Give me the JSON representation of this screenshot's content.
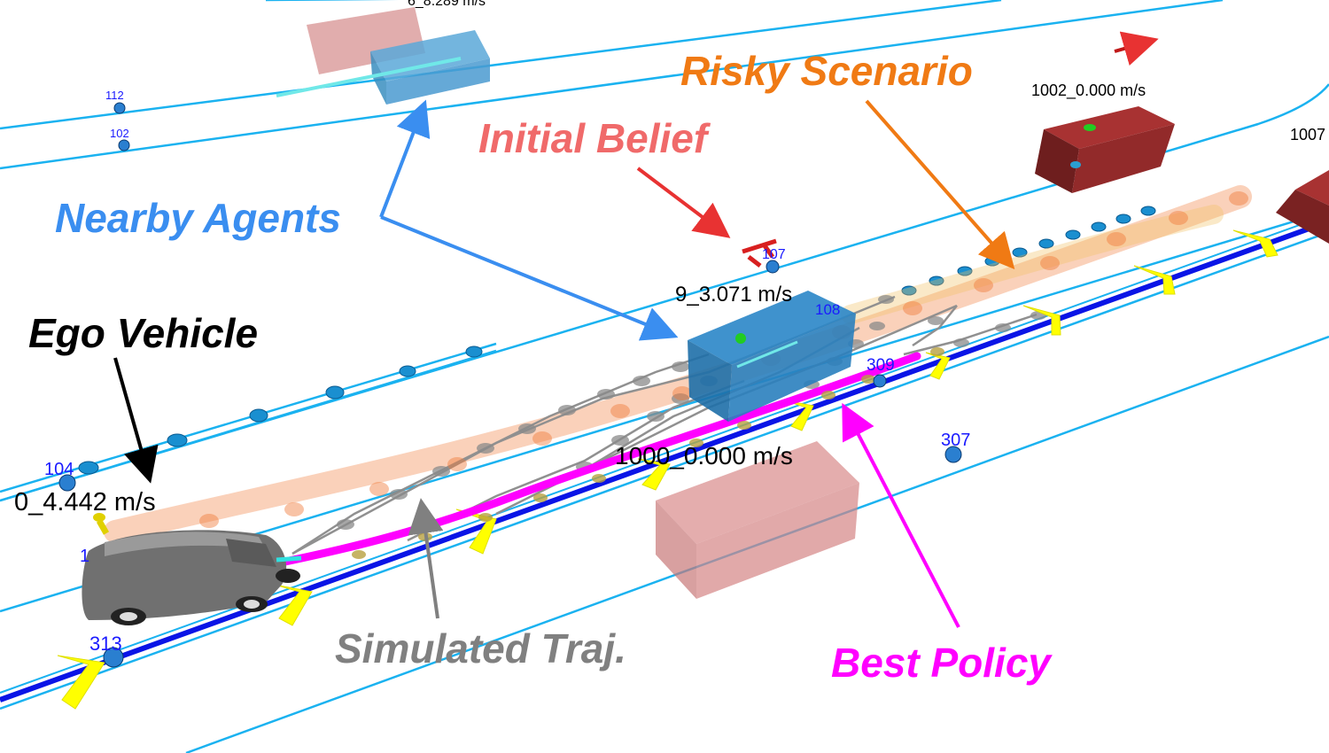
{
  "annotations": {
    "risky_scenario": "Risky Scenario",
    "initial_belief": "Initial Belief",
    "nearby_agents": "Nearby Agents",
    "ego_vehicle": "Ego Vehicle",
    "simulated_traj": "Simulated Traj.",
    "best_policy": "Best Policy"
  },
  "agent_labels": {
    "top": "6_8.289  m/s",
    "ego": "0_4.442  m/s",
    "near_blue": "9_3.071  m/s",
    "pink_box": "1000_0.000  m/s",
    "red_box": "1002_0.000  m/s",
    "right_edge": "1007"
  },
  "waypoints": {
    "w112": "112",
    "w102": "102",
    "w107": "107",
    "w108": "108",
    "w309": "309",
    "w104": "104",
    "w307": "307",
    "w313": "313",
    "w1": "1"
  },
  "colors": {
    "lane": "#1ab2f0",
    "route": "#0a14e6",
    "best_policy": "#ff00ff",
    "risky": "#f07a3a",
    "initial_belief": "#e83232",
    "nearby_agents": "#3a8ef0",
    "simulated": "#808080",
    "yellow_marker": "#ffff00"
  }
}
